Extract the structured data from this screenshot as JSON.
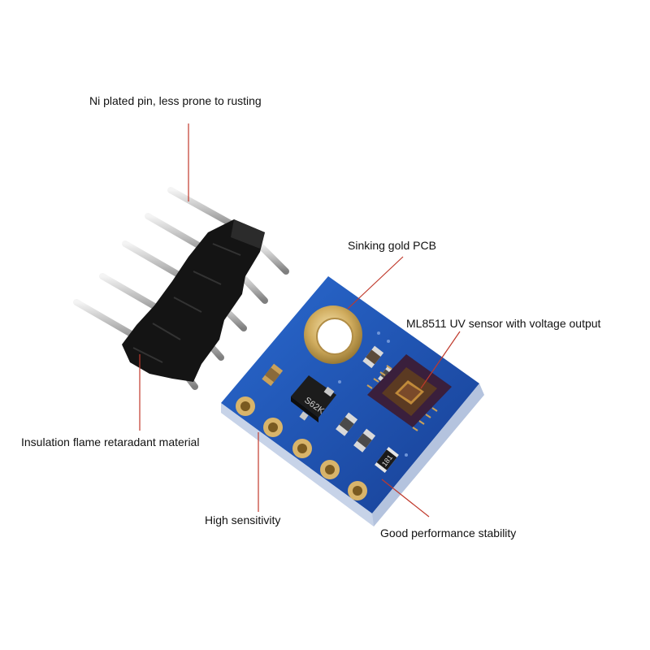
{
  "annotations": {
    "pin_label": "Ni plated pin, less prone to rusting",
    "pcb_label": "Sinking gold PCB",
    "sensor_label": "ML8511 UV sensor with voltage output",
    "insulation_label": "Insulation flame retaradant material",
    "sensitivity_label": "High sensitivity",
    "stability_label": "Good performance stability"
  },
  "components": {
    "transistor_marking": "S62K",
    "resistor_marking": "181"
  },
  "colors": {
    "pcb_blue": "#1f55b8",
    "pcb_edge": "#e8eef8",
    "pin_metal": "#c8c8c8",
    "pin_header_black": "#141414",
    "gold_pad": "#c9a655",
    "callout_line": "#c0392b",
    "sensor_chip": "#3a1f3c"
  }
}
